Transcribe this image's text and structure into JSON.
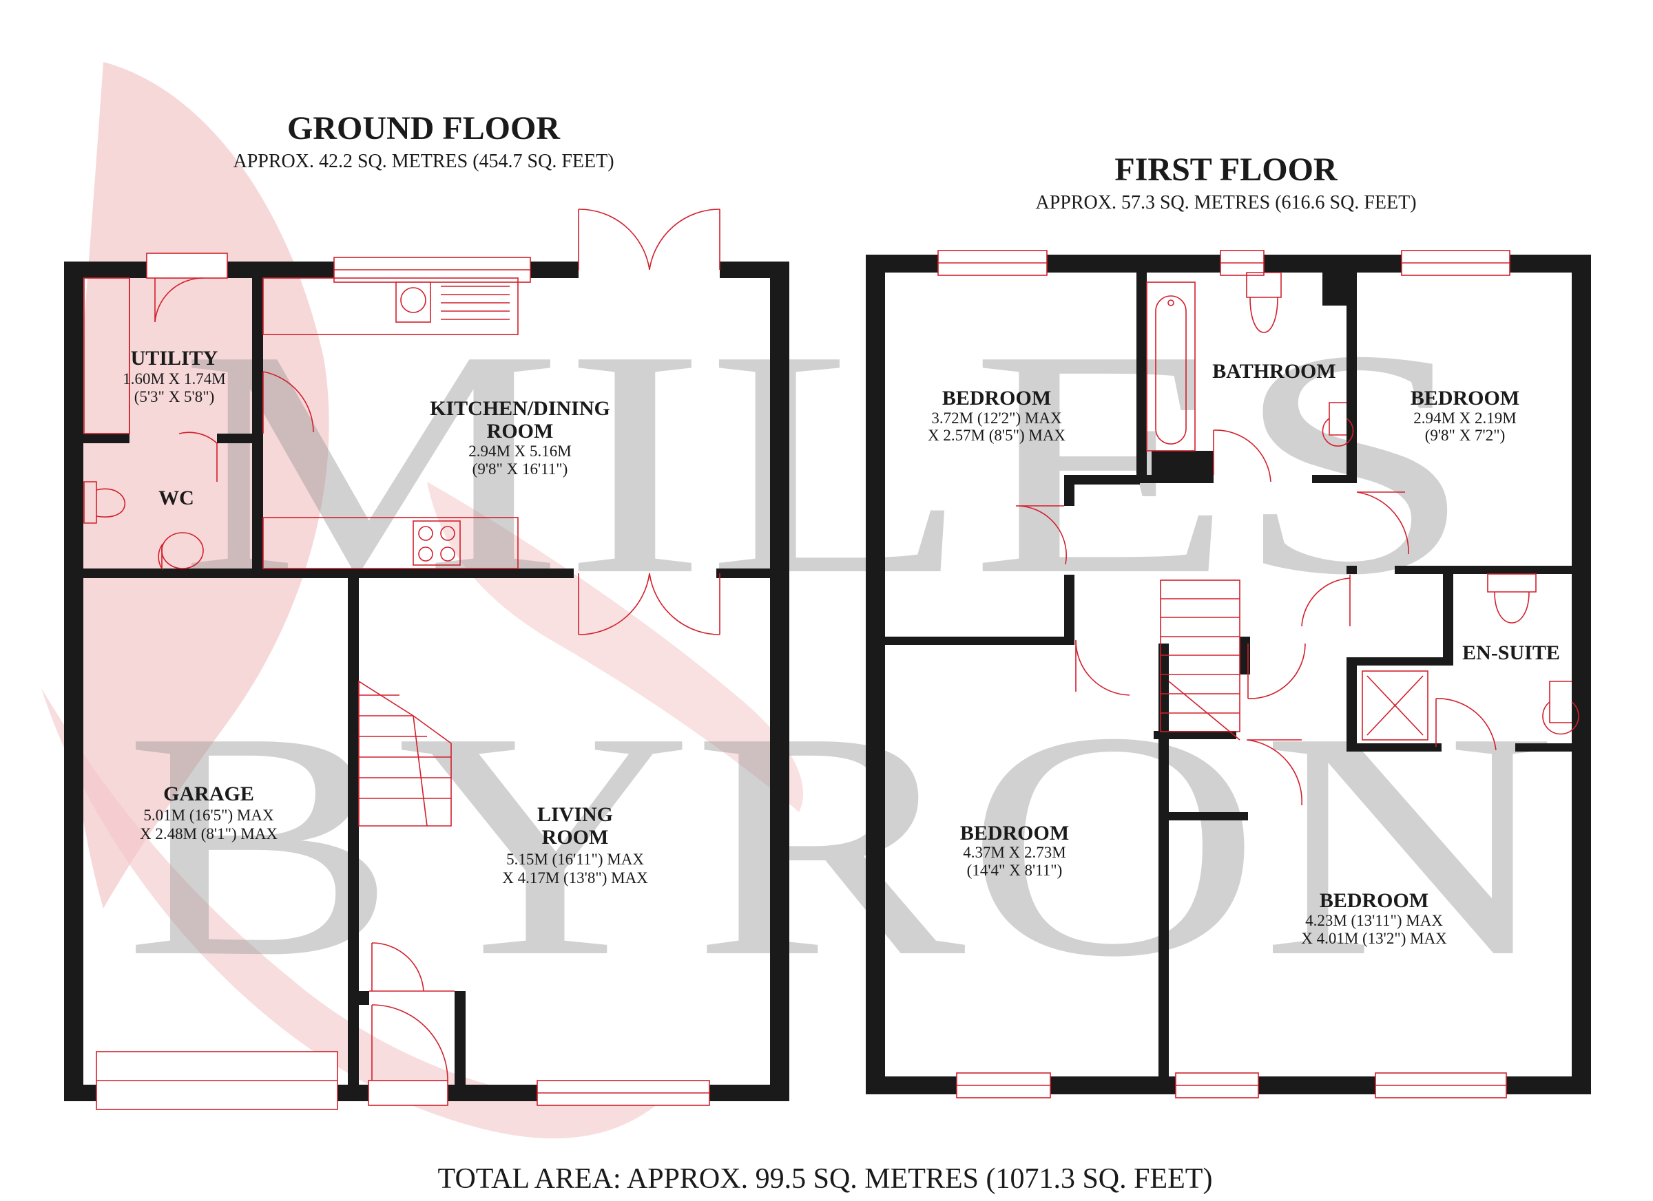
{
  "watermark": {
    "line1": "MILES",
    "line2": "BYRON",
    "swoosh_color": "#f4c7c9"
  },
  "colors": {
    "wall": "#1a1a1a",
    "fixture": "#d21f2b",
    "watermark_text": "#9a9a9a"
  },
  "ground_floor": {
    "title": "GROUND FLOOR",
    "area": "APPROX. 42.2 SQ. METRES (454.7 SQ. FEET)",
    "rooms": {
      "utility": {
        "name": "UTILITY",
        "dim1": "1.60M X 1.74M",
        "dim2": "(5'3\" X 5'8\")"
      },
      "wc": {
        "name": "WC"
      },
      "kitchen": {
        "name1": "KITCHEN/DINING",
        "name2": "ROOM",
        "dim1": "2.94M X 5.16M",
        "dim2": "(9'8\" X 16'11\")"
      },
      "garage": {
        "name": "GARAGE",
        "dim1": "5.01M (16'5\") MAX",
        "dim2": "X 2.48M (8'1\") MAX"
      },
      "living": {
        "name1": "LIVING",
        "name2": "ROOM",
        "dim1": "5.15M (16'11\") MAX",
        "dim2": "X 4.17M (13'8\") MAX"
      }
    }
  },
  "first_floor": {
    "title": "FIRST FLOOR",
    "area": "APPROX. 57.3 SQ. METRES (616.6 SQ. FEET)",
    "rooms": {
      "bedroom_a": {
        "name": "BEDROOM",
        "dim1": "3.72M (12'2\") MAX",
        "dim2": "X 2.57M (8'5\") MAX"
      },
      "bathroom": {
        "name": "BATHROOM"
      },
      "bedroom_b": {
        "name": "BEDROOM",
        "dim1": "2.94M X 2.19M",
        "dim2": "(9'8\" X 7'2\")"
      },
      "ensuite": {
        "name": "EN-SUITE"
      },
      "bedroom_c": {
        "name": "BEDROOM",
        "dim1": "4.37M X 2.73M",
        "dim2": "(14'4\" X 8'11\")"
      },
      "bedroom_d": {
        "name": "BEDROOM",
        "dim1": "4.23M (13'11\") MAX",
        "dim2": "X 4.01M (13'2\") MAX"
      }
    }
  },
  "total_area": "TOTAL AREA: APPROX. 99.5 SQ. METRES (1071.3 SQ. FEET)"
}
